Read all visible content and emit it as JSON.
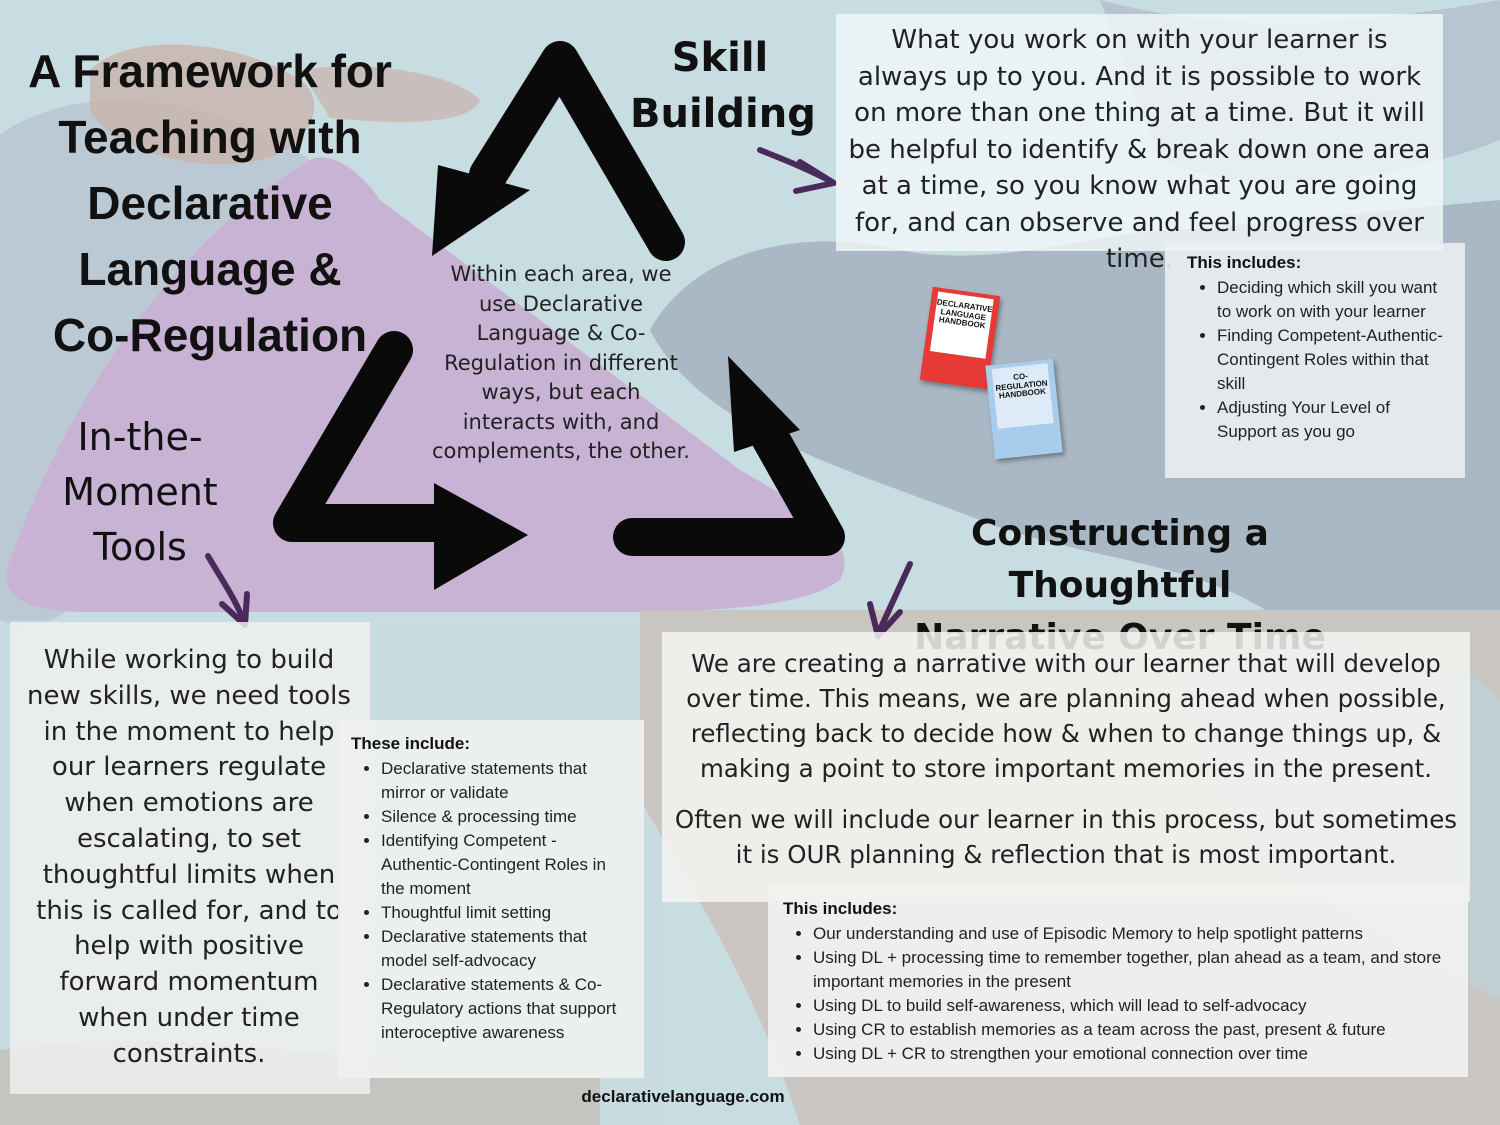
{
  "title": {
    "line1": "A Framework for",
    "line2": "Teaching with",
    "line3": "Declarative",
    "line4": "Language &",
    "line5": "Co-Regulation"
  },
  "skill_building": {
    "heading_line1": "Skill",
    "heading_line2": "Building",
    "description": "What you work on with your learner is always up to you. And it is possible to work on more than one thing at a time. But it will be helpful to identify & break down one area at a time, so you know what you are going for, and can observe and feel progress over time.",
    "includes_label": "This includes:",
    "includes": [
      "Deciding which skill you want to work on with your learner",
      "Finding Competent-Authentic-Contingent Roles within that skill",
      "Adjusting Your Level of Support as you go"
    ]
  },
  "center_text": "Within each area, we use Declarative Language & Co-Regulation in different ways, but each interacts with, and complements, the other.",
  "in_the_moment": {
    "heading_line1": "In-the-",
    "heading_line2": "Moment",
    "heading_line3": "Tools",
    "description": "While working to build new skills, we need tools in the moment to help our learners regulate when emotions are escalating, to set thoughtful limits when this is called for, and to help with positive forward momentum when under time constraints.",
    "includes_label": "These include:",
    "includes": [
      "Declarative statements that mirror or validate",
      "Silence & processing time",
      "Identifying Competent - Authentic-Contingent Roles in the moment",
      "Thoughtful limit setting",
      "Declarative statements that model self-advocacy",
      "Declarative statements & Co-Regulatory actions that support interoceptive awareness"
    ]
  },
  "narrative": {
    "heading_line1": "Constructing a Thoughtful",
    "heading_line2": "Narrative Over Time",
    "paragraph1": "We are creating a narrative with our learner that will develop over time. This means, we are planning ahead when possible, reflecting back to decide how & when to change things up, & making a point to store important memories in the present.",
    "paragraph2": "Often we will include our learner in this process, but sometimes it is OUR planning & reflection that is most important.",
    "includes_label": "This includes:",
    "includes": [
      "Our understanding and use of Episodic Memory to help spotlight patterns",
      "Using DL + processing time to remember together, plan ahead as a team, and store important memories in the present",
      "Using DL to build self-awareness, which will lead to self-advocacy",
      "Using CR to establish memories as a team across the past, present & future",
      "Using DL + CR to strengthen your emotional connection over time"
    ]
  },
  "books": {
    "dl_title": "DECLARATIVE LANGUAGE HANDBOOK",
    "cr_title": "CO-REGULATION HANDBOOK"
  },
  "footer": "declarativelanguage.com",
  "colors": {
    "arrow": "#0a0a0a",
    "pointer_arrow": "#4a2a5a",
    "purple_shape": "#c9b3d4",
    "slate_shape": "#a9b7c3",
    "book_red": "#e53a35",
    "book_blue": "#a8cdec"
  },
  "icons": [
    "cycle-arrow-icon",
    "pointer-arrow-icon",
    "book-cover-icon"
  ]
}
